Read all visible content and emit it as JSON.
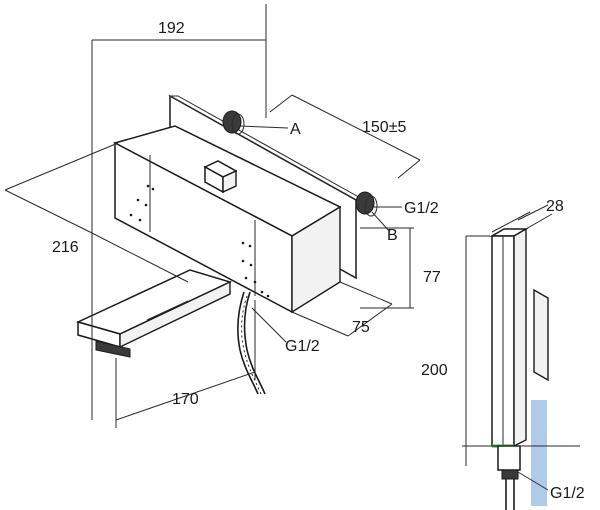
{
  "dimensions": {
    "width_192": "192",
    "depth_216": "216",
    "length_150": "150±5",
    "label_a": "A",
    "label_b": "B",
    "thread_top": "G1/2",
    "height_77": "77",
    "depth_75": "75",
    "thread_hose": "G1/2",
    "spout_170": "170",
    "hand_width_28": "28",
    "hand_height_200": "200",
    "thread_hand": "G1/2"
  },
  "colors": {
    "line": "#1a1a1a",
    "highlight_green": "#2fae3a",
    "accent_blue": "#6f9fd8"
  }
}
